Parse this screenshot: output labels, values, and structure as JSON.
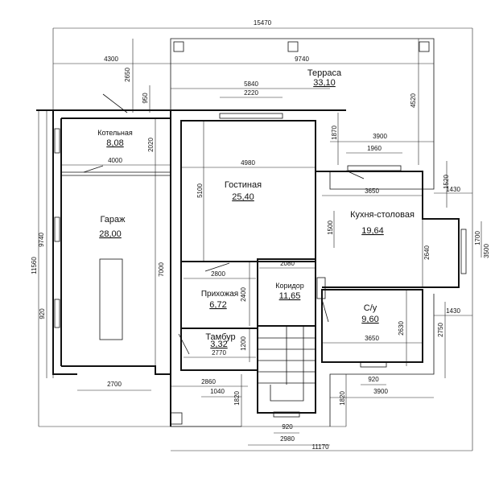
{
  "rooms": {
    "terrace": {
      "name": "Терраса",
      "area": "33,10"
    },
    "boiler": {
      "name": "Котельная",
      "area": "8,08"
    },
    "living": {
      "name": "Гостиная",
      "area": "25,40"
    },
    "kitchen": {
      "name": "Кухня-столовая",
      "area": "19,64"
    },
    "garage": {
      "name": "Гараж",
      "area": "28,00"
    },
    "hall": {
      "name": "Прихожая",
      "area": "6,72"
    },
    "corridor": {
      "name": "Коридор",
      "area": "11,65"
    },
    "vestibule": {
      "name": "Тамбур",
      "area": "3,32"
    },
    "bathroom": {
      "name": "С/у",
      "area": "9,60"
    }
  },
  "dimensions": {
    "overall_width": "15470",
    "left_4300": "4300",
    "terrace_9740": "9740",
    "v_2650": "2650",
    "v_950": "950",
    "w_5840": "5840",
    "w_2220": "2220",
    "v_4520": "4520",
    "v_2020": "2020",
    "w_4000": "4000",
    "w_4980": "4980",
    "v_5100": "5100",
    "v_1870": "1870",
    "w_3900_top": "3900",
    "w_1960": "1960",
    "w_3650_kitchen": "3650",
    "v_1520": "1520",
    "w_1430_top": "1430",
    "v_1500": "1500",
    "v_2640": "2640",
    "v_1700": "1700",
    "v_3500": "3500",
    "v_9740": "9740",
    "v_11560": "11560",
    "v_7000": "7000",
    "v_920_left": "920",
    "w_2800": "2800",
    "w_2080": "2080",
    "v_2400": "2400",
    "v_1200": "1200",
    "w_2770": "2770",
    "w_2860": "2860",
    "w_1040": "1040",
    "v_1820_left": "1820",
    "w_2700": "2700",
    "v_2630": "2630",
    "w_3650_bath": "3650",
    "v_2750": "2750",
    "w_1430_bottom": "1430",
    "w_920_bath": "920",
    "w_3900_bottom": "3900",
    "v_1820_right": "1820",
    "w_920_stair": "920",
    "w_2980": "2980",
    "w_11170": "11170"
  }
}
